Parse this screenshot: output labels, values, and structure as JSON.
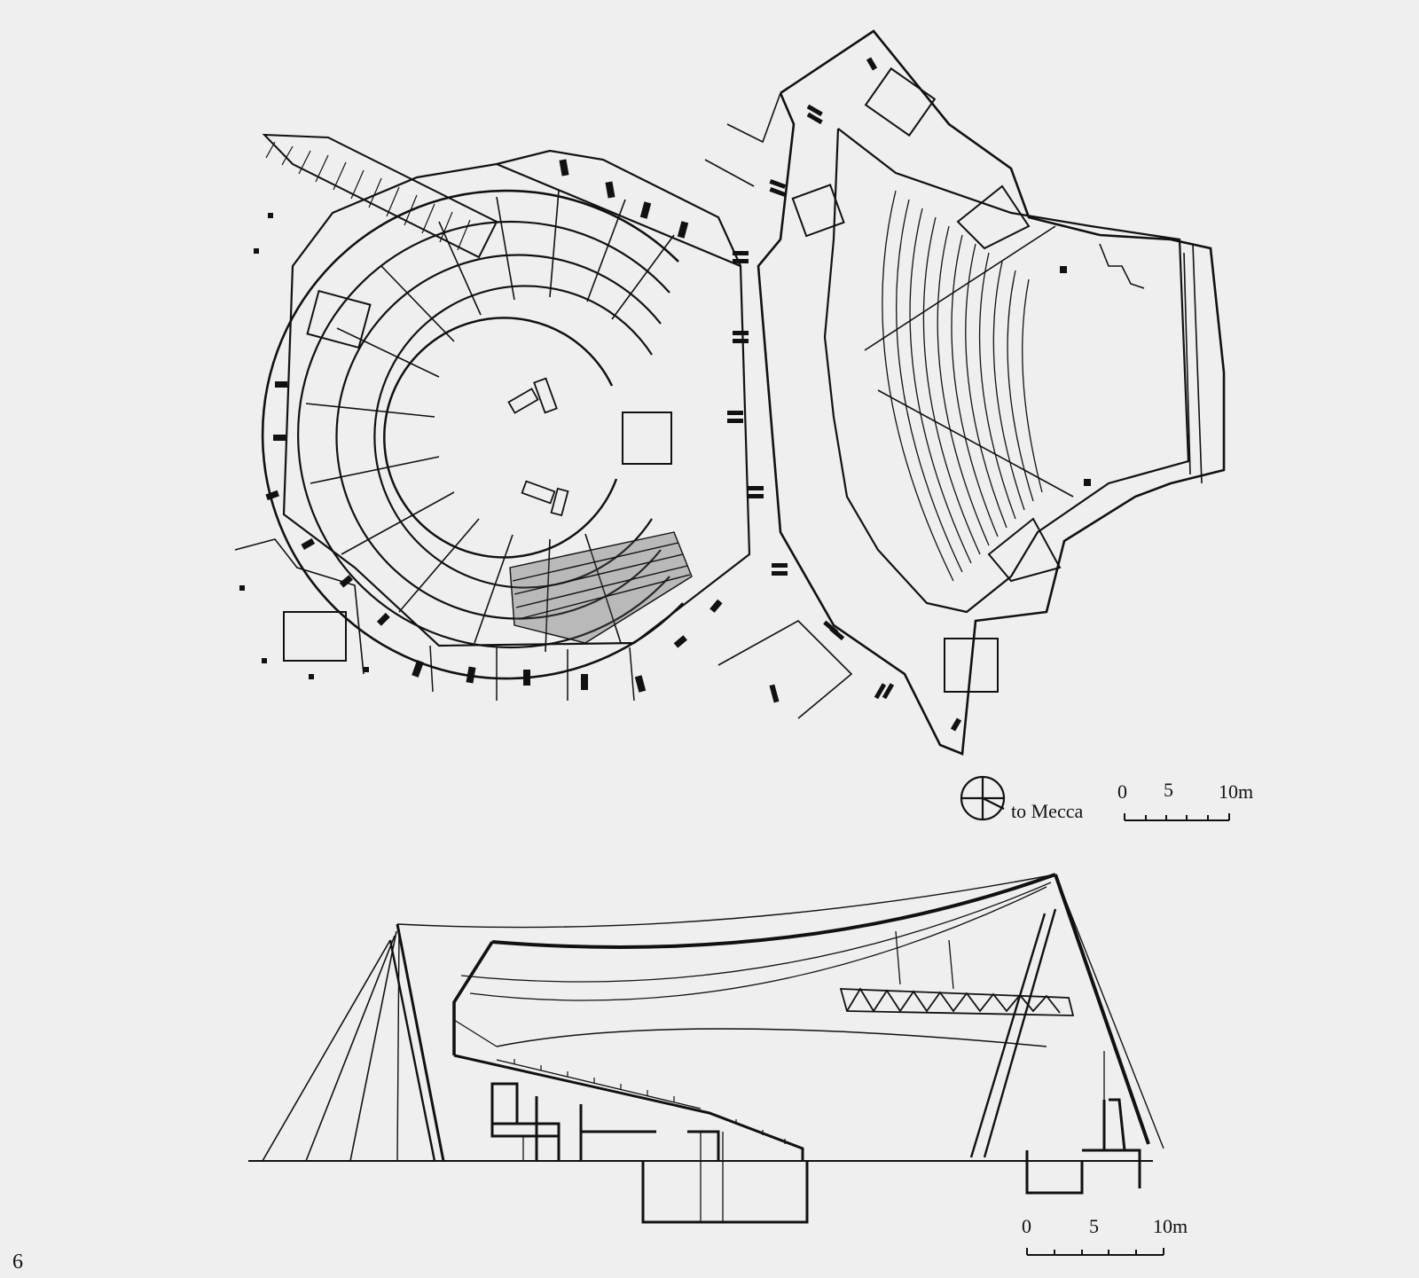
{
  "plan": {
    "qibla_label": "to Mecca",
    "scale_ticks": [
      "0",
      "5",
      "10m"
    ]
  },
  "section": {
    "scale_ticks": [
      "0",
      "5",
      "10m"
    ]
  },
  "figure_number": "6",
  "colors": {
    "ink": "#111111",
    "paper": "#efefef"
  }
}
